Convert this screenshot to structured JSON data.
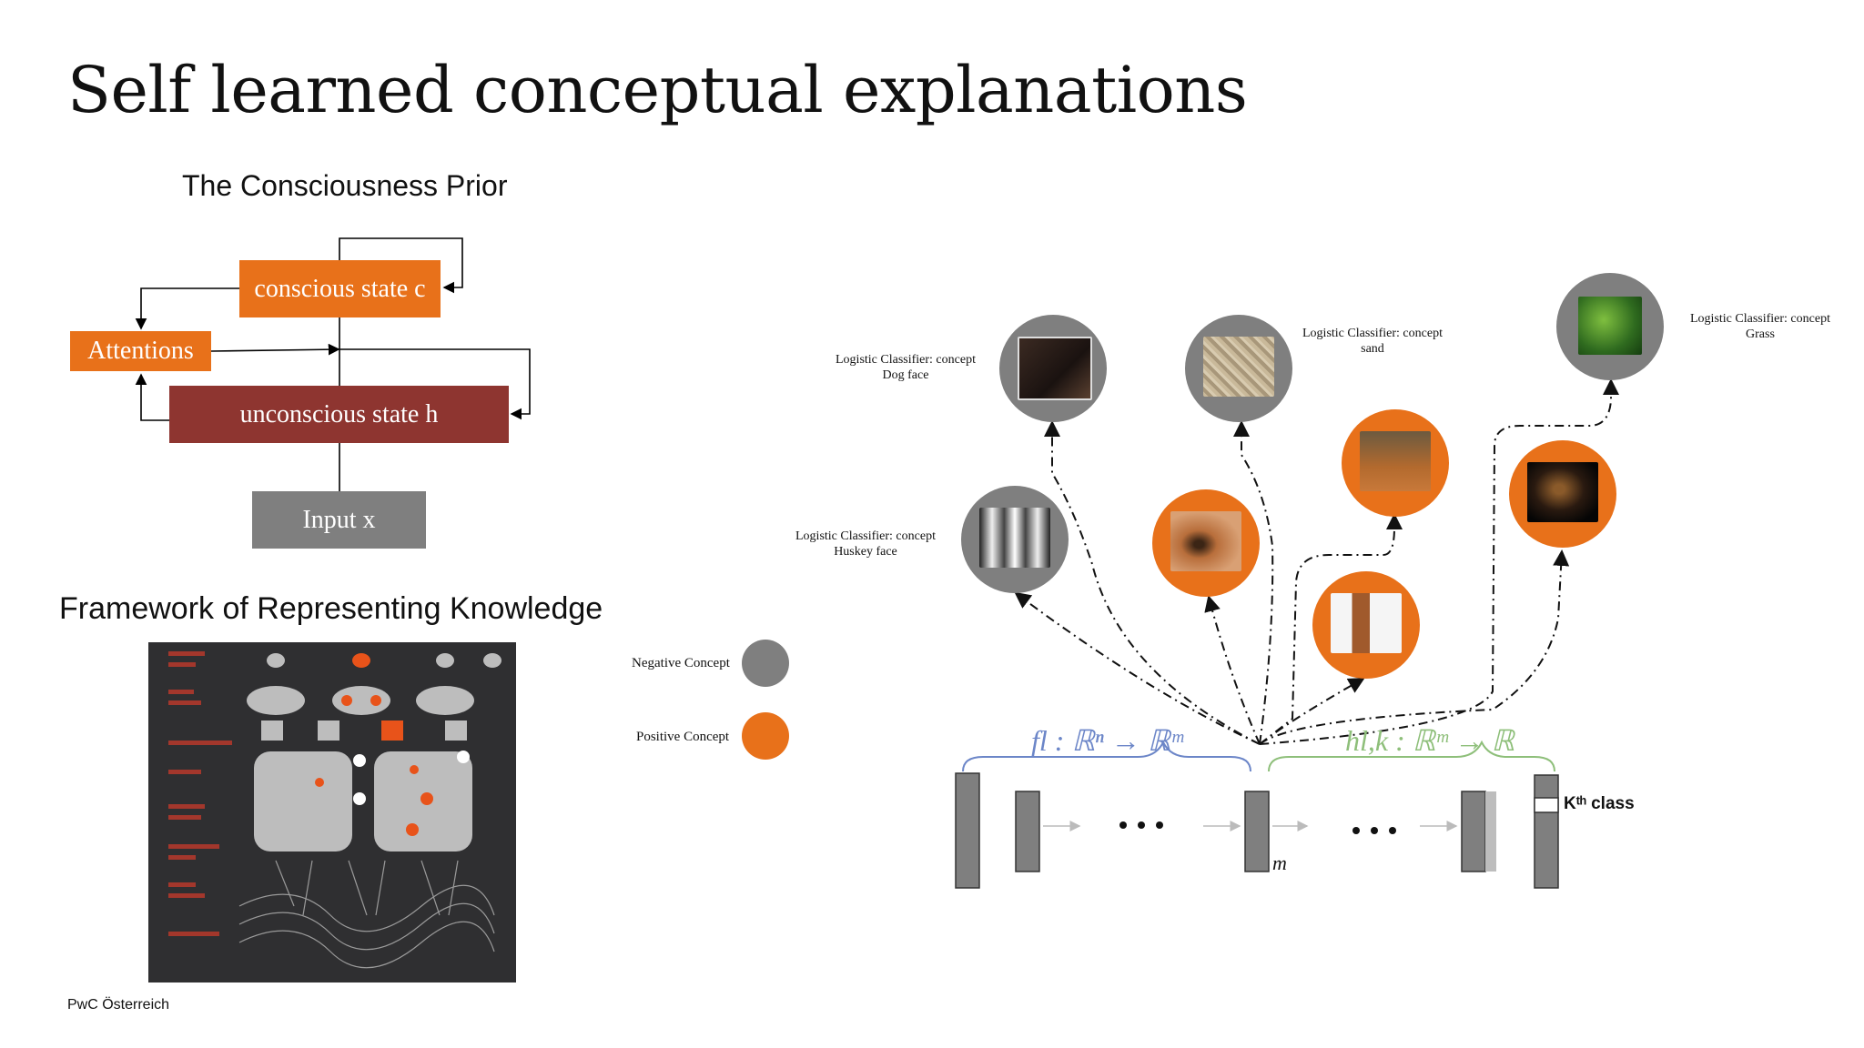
{
  "slide": {
    "title": "Self learned conceptual explanations",
    "footer": "PwC Österreich"
  },
  "consciousness_prior": {
    "title": "The Consciousness Prior",
    "conscious_state": "conscious state c",
    "attentions": "Attentions",
    "unconscious_state": "unconscious state h",
    "input": "Input x",
    "colors": {
      "conscious": "#E8711A",
      "attentions": "#E8711A",
      "unconscious": "#8E3530",
      "input": "#7F7F7F"
    }
  },
  "framework": {
    "title": "Framework of Representing Knowledge"
  },
  "legend": {
    "negative": "Negative  Concept",
    "positive": "Positive Concept",
    "negative_color": "#7F7F7F",
    "positive_color": "#E8711A"
  },
  "classifiers": {
    "dog_face": [
      "Logistic Classifier: concept",
      "Dog face"
    ],
    "sand": [
      "Logistic Classifier: concept",
      "sand"
    ],
    "grass": [
      "Logistic Classifier: concept",
      "Grass"
    ],
    "husky_face": [
      "Logistic Classifier: concept",
      "Huskey face"
    ]
  },
  "network": {
    "f_label": "fl : ℝⁿ → ℝᵐ",
    "h_label": "hl,k : ℝᵐ → ℝ",
    "m_label": "m",
    "kth_class": "Kᵗʰ class",
    "ellipsis": "• • •"
  }
}
